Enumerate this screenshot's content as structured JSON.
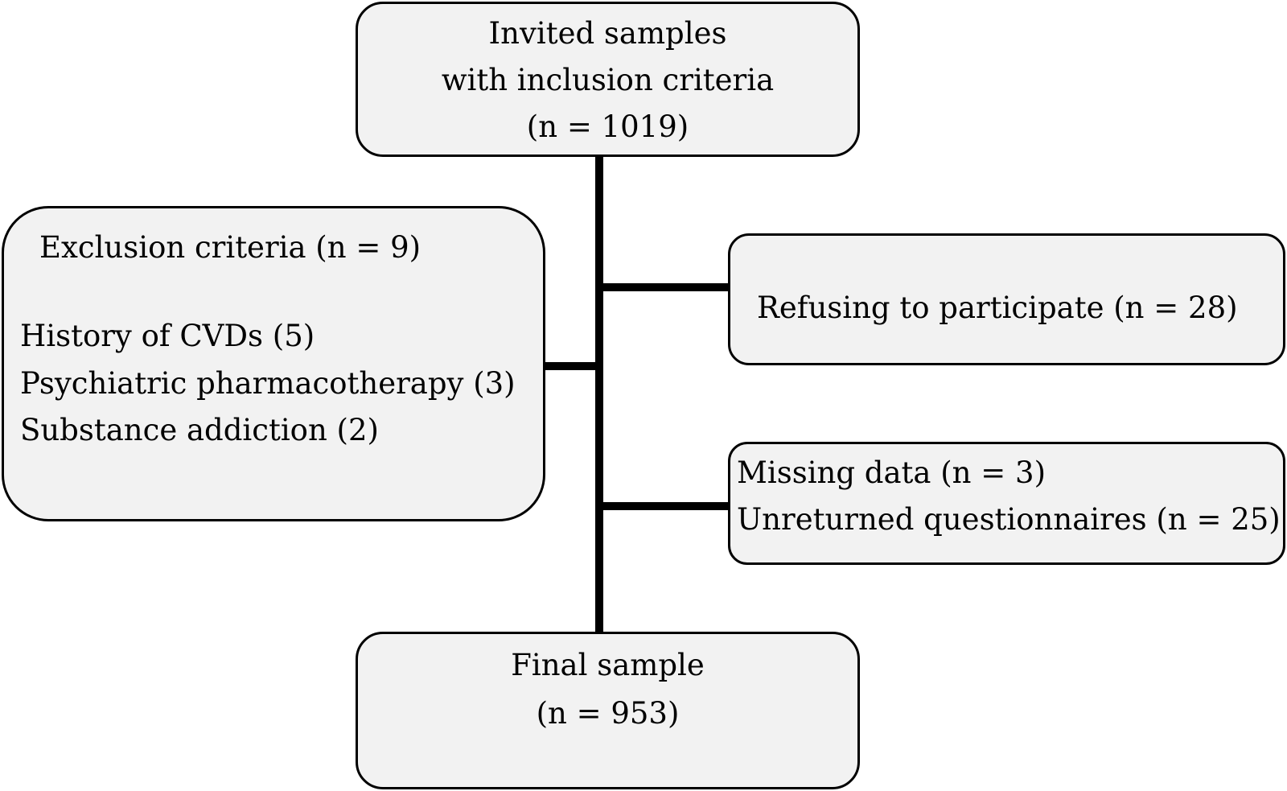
{
  "diagram": {
    "invited": {
      "line1": "Invited samples",
      "line2": "with inclusion criteria",
      "line3": "(n = 1019)"
    },
    "exclusion": {
      "title": "Exclusion criteria (n = 9)",
      "items": [
        "History of CVDs  (5)",
        "Psychiatric pharmacotherapy (3)",
        "Substance addiction  (2)"
      ]
    },
    "refusing": {
      "label": "Refusing to participate (n = 28)"
    },
    "missing": {
      "line1": "Missing data (n = 3)",
      "line2": "Unreturned questionnaires (n = 25)"
    },
    "final": {
      "line1": "Final sample",
      "line2": "(n = 953)"
    },
    "colors": {
      "box_fill": "#f2f2f2",
      "stroke": "#000000"
    }
  }
}
